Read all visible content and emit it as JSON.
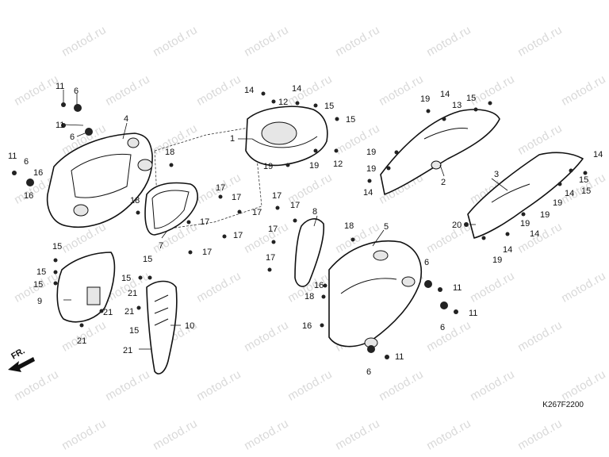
{
  "watermark_text": "motod.ru",
  "diagram_code": "K267F2200",
  "direction_label": "FR.",
  "callouts": {
    "n1": "1",
    "n2": "2",
    "n3": "3",
    "n4": "4",
    "n5": "5",
    "n6": "6",
    "n7": "7",
    "n8": "8",
    "n9": "9",
    "n10": "10",
    "n11": "11",
    "n12": "12",
    "n13": "13",
    "n14": "14",
    "n15": "15",
    "n16": "16",
    "n17": "17",
    "n18": "18",
    "n19": "19",
    "n20": "20",
    "n21": "21"
  },
  "colors": {
    "line": "#111111",
    "watermark": "#d9d9d9",
    "shade": "#e6e6e6"
  }
}
